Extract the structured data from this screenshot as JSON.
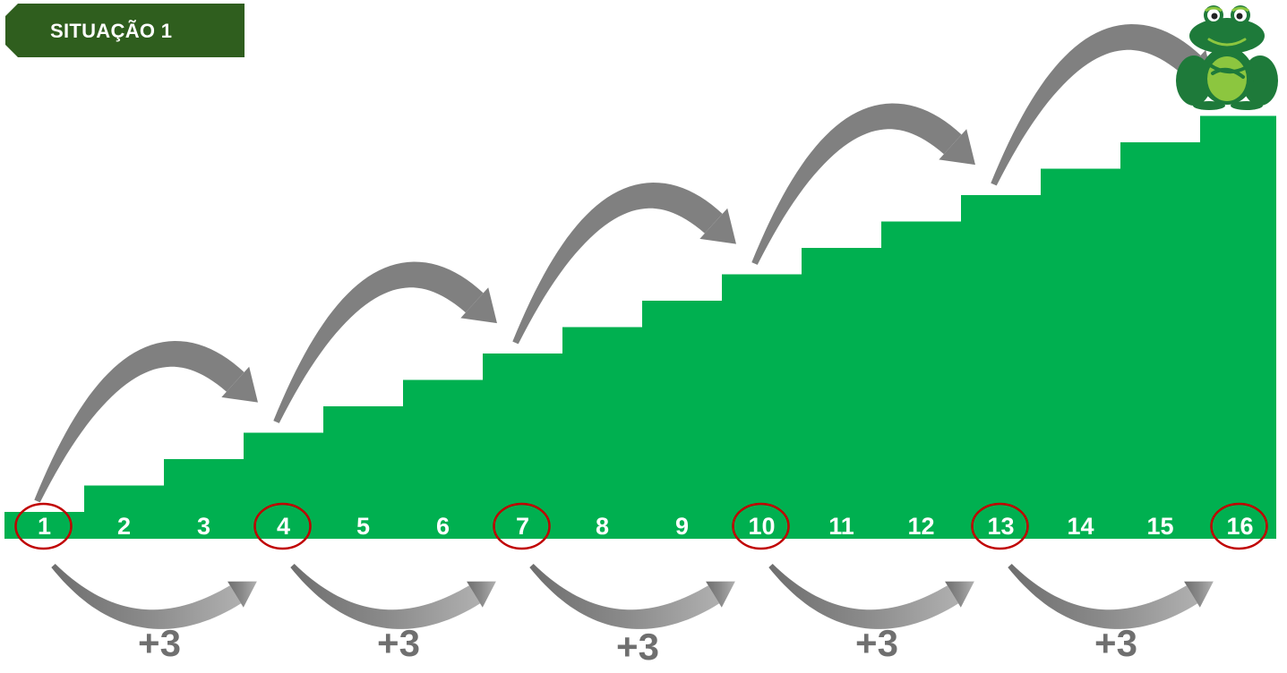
{
  "title": "SITUAÇÃO 1",
  "steps": [
    "1",
    "2",
    "3",
    "4",
    "5",
    "6",
    "7",
    "8",
    "9",
    "10",
    "11",
    "12",
    "13",
    "14",
    "15",
    "16"
  ],
  "circled_steps": [
    "1",
    "4",
    "7",
    "10",
    "13",
    "16"
  ],
  "jump_labels": [
    "+3",
    "+3",
    "+3",
    "+3",
    "+3"
  ],
  "colors": {
    "banner": "#2f5e1e",
    "stairs": "#00b050",
    "arrows": "#808080",
    "circles": "#c00000",
    "step_text": "#ffffff",
    "label_text": "#6f6f6f"
  },
  "icons": [
    "frog-icon"
  ]
}
